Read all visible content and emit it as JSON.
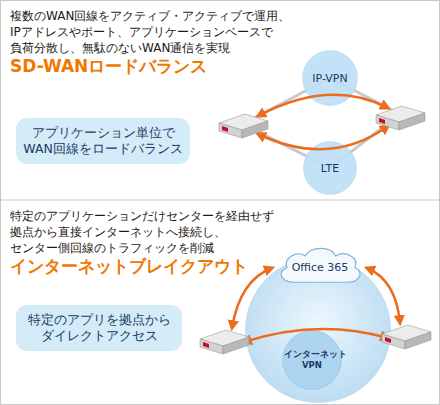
{
  "diagram": {
    "nodes": [
      {
        "text": [
          "SD-WANロードバランス",
          "複数のWAN回線をアクティブ・アクティブで運用、 IPアドレスやポート、アプリケーションベースで 負荷分散し、無駄のないWAN通信を実現"
        ]
      },
      {
        "text": [
          "IP-VPN"
        ],
        "in": 0
      },
      {
        "text": [
          "LTE"
        ],
        "in": 0
      },
      {
        "text": [
          "アプリケーション単位で WAN回線をロードバランス"
        ],
        "in": 0
      },
      {
        "text": [
          "インターネットブレイクアウト",
          "特定のアプリケーションだけセンターを経由せず 拠点から直接インターネットへ接続し、 センター側回線のトラフィックを削減"
        ]
      },
      {
        "text": [
          "Office 365"
        ],
        "in": 4
      },
      {
        "text": [
          "インターネット VPN"
        ],
        "in": 4
      },
      {
        "text": [
          "特定のアプリを拠点から ダイレクトアクセス"
        ],
        "in": 4
      }
    ]
  }
}
